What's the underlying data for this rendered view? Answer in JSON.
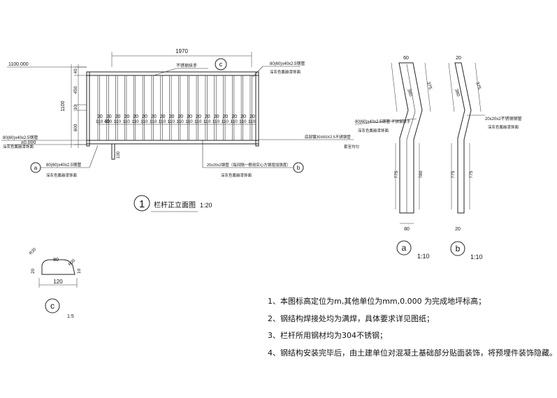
{
  "elevation": {
    "total_width": "1970",
    "level_top": "1100.000",
    "level_zero": "±0.000",
    "height_total": "1100",
    "seg_40": "40",
    "seg_450": "450",
    "seg_10": "10",
    "seg_600": "600",
    "seg_100": "100",
    "pitch_top": "20",
    "pitch_bottom": "110",
    "edge_40": "40",
    "label_handrail": "不锈钢扶手",
    "label_top_tube": "80(60)x40x2.5钢管",
    "label_top_finish": "深灰色氟碳漆饰面",
    "label_left_tube": "80(60)x40x2.5钢管",
    "label_left_finish": "深灰色氟碳漆饰面",
    "label_bottom_left_tube": "80(60)x40x2.5钢管",
    "label_bottom_left_finish": "深灰色氟碳漆饰面",
    "label_baluster": "20x20x2钢管（每间隔一根用实心方钢增加强度）",
    "label_baluster_finish": "深灰色氟碳漆饰面",
    "label_post": "底部镀30X60X2.5不锈钢管",
    "label_post_note": "套至均匀",
    "callout_a": "a",
    "callout_b": "b",
    "callout_c": "c",
    "title_num": "1",
    "title": "栏杆正立面图",
    "scale": "1:20"
  },
  "detail_a": {
    "top_dim": "60",
    "dim1": "360",
    "dim2": "375",
    "dim3": "775",
    "dim4": "780",
    "bottom_dim": "80",
    "label_tube": "80(60)x40x2.5钢管",
    "label_finish": "深灰色氟碳漆饰面",
    "label_handrail": "不锈钢扶手",
    "callout": "a",
    "scale": "1:10"
  },
  "detail_b": {
    "top_dim": "20",
    "dim1": "360",
    "dim2": "375",
    "dim3": "775",
    "dim4": "775",
    "bottom_dim": "20",
    "label_tube": "20x20x2不锈钢钢管",
    "label_finish": "深灰色氟碳漆饰面",
    "callout": "b",
    "scale": "1:10"
  },
  "detail_c": {
    "r1": "R20",
    "r2": "R20",
    "dim_top": "80",
    "dim_height": "20",
    "dim_right": "10",
    "dim_width": "120",
    "callout": "c",
    "scale": "1:5"
  },
  "notes": [
    "1、本图标高定位为m,其他单位为mm,0.000 为完成地坪标高；",
    "2、钢结构焊接处均为满焊，具体要求详见图纸；",
    "3、栏杆所用钢材均为304不锈钢；",
    "4、钢结构安装完毕后，由土建单位对混凝土基础部分贴面装饰，将预埋件装饰隐藏。"
  ]
}
